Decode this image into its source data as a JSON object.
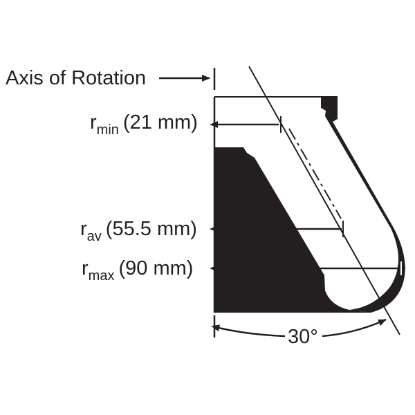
{
  "axis_label": "Axis of Rotation",
  "r_min": {
    "symbol": "r",
    "subscript": "min",
    "value": "(21 mm)"
  },
  "r_av": {
    "symbol": "r",
    "subscript": "av",
    "value": "(55.5 mm)"
  },
  "r_max": {
    "symbol": "r",
    "subscript": "max",
    "value": "(90 mm)"
  },
  "angle_label": "30°",
  "colors": {
    "ink": "#231f20",
    "background": "#ffffff"
  }
}
